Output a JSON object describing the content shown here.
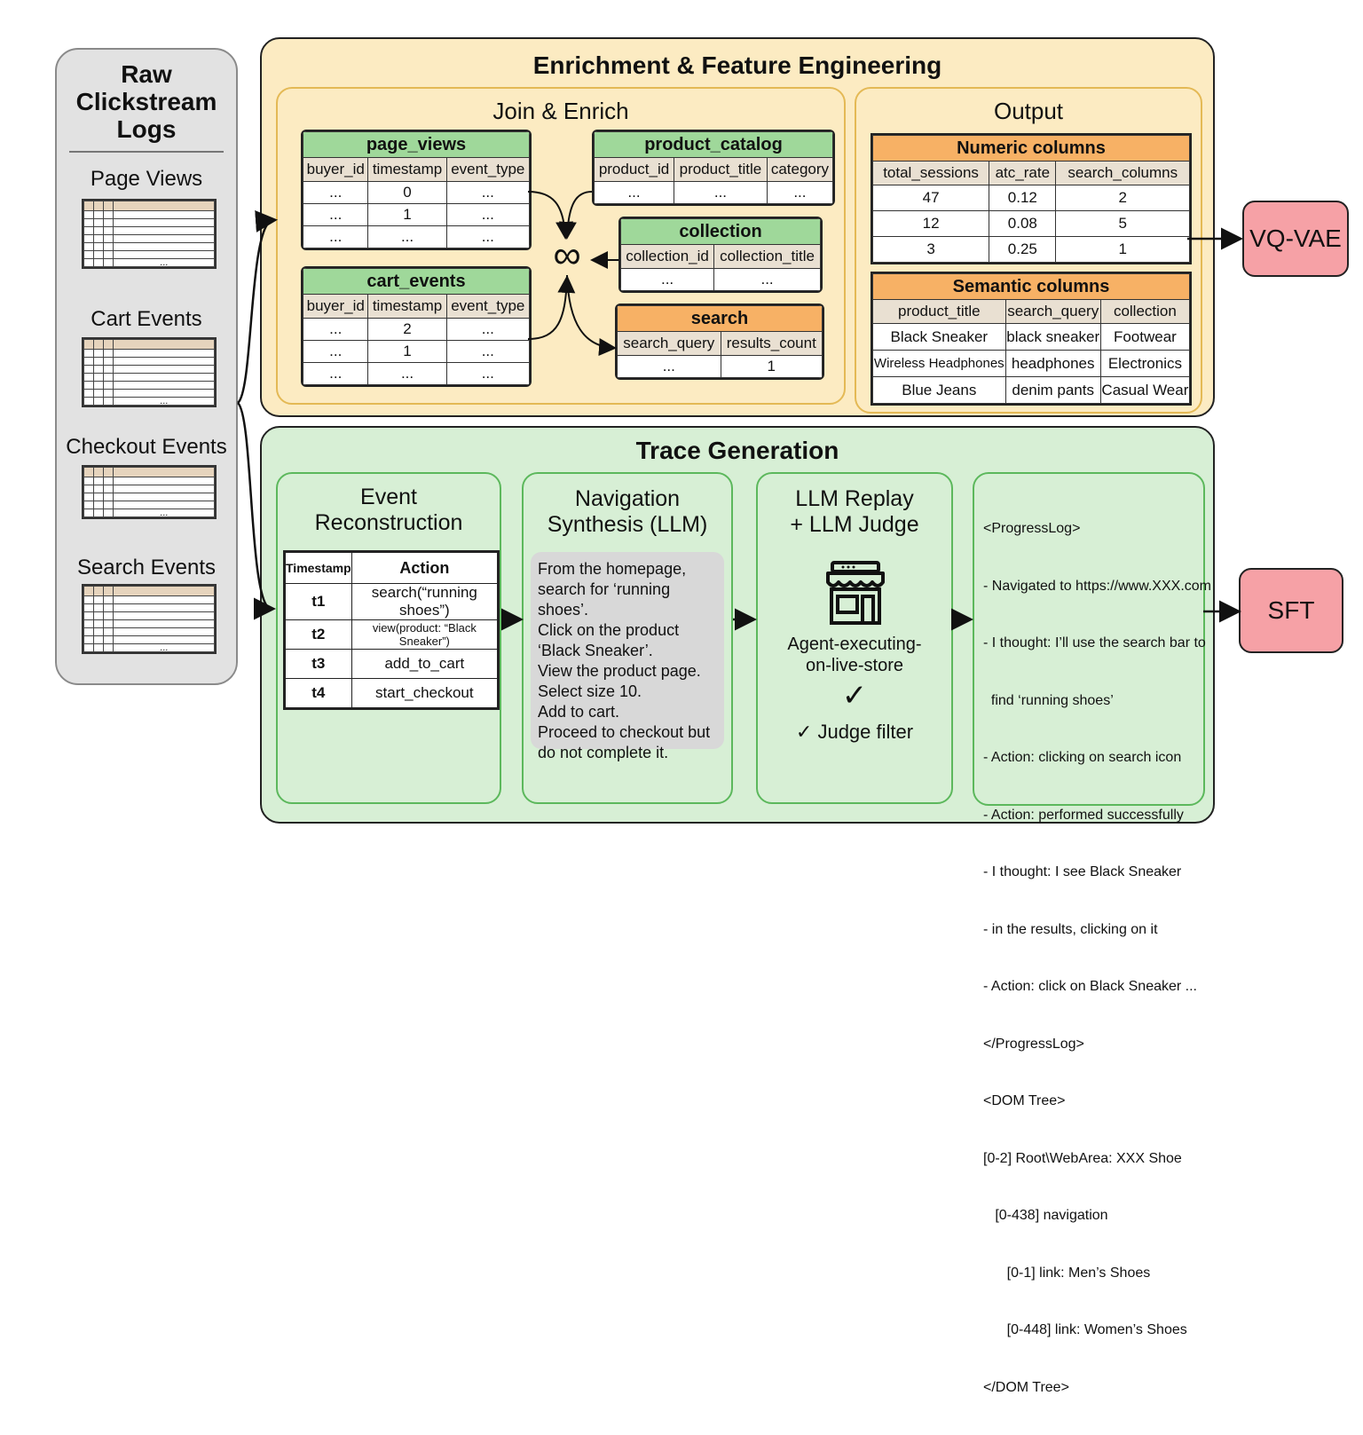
{
  "raw": {
    "title_lines": [
      "Raw",
      "Clickstream",
      "Logs"
    ],
    "sources": [
      "Page Views",
      "Cart Events",
      "Checkout Events",
      "Search Events"
    ],
    "mini_ellipsis": "..."
  },
  "enrich": {
    "title": "Enrichment & Feature Engineering",
    "join_title": "Join & Enrich",
    "output_title": "Output",
    "join_symbol": "∞",
    "page_views": {
      "name": "page_views",
      "columns": [
        "buyer_id",
        "timestamp",
        "event_type"
      ],
      "rows": [
        [
          "...",
          "0",
          "..."
        ],
        [
          "...",
          "1",
          "..."
        ],
        [
          "...",
          "...",
          "..."
        ]
      ]
    },
    "cart_events": {
      "name": "cart_events",
      "columns": [
        "buyer_id",
        "timestamp",
        "event_type"
      ],
      "rows": [
        [
          "...",
          "2",
          "..."
        ],
        [
          "...",
          "1",
          "..."
        ],
        [
          "...",
          "...",
          "..."
        ]
      ]
    },
    "product_catalog": {
      "name": "product_catalog",
      "columns": [
        "product_id",
        "product_title",
        "category"
      ],
      "rows": [
        [
          "...",
          "...",
          "..."
        ]
      ]
    },
    "collection": {
      "name": "collection",
      "columns": [
        "collection_id",
        "collection_title"
      ],
      "rows": [
        [
          "...",
          "..."
        ]
      ]
    },
    "search": {
      "name": "search",
      "columns": [
        "search_query",
        "results_count"
      ],
      "rows": [
        [
          "...",
          "1"
        ]
      ]
    },
    "numeric": {
      "name": "Numeric columns",
      "columns": [
        "total_sessions",
        "atc_rate",
        "search_columns"
      ],
      "rows": [
        [
          "47",
          "0.12",
          "2"
        ],
        [
          "12",
          "0.08",
          "5"
        ],
        [
          "3",
          "0.25",
          "1"
        ]
      ]
    },
    "semantic": {
      "name": "Semantic columns",
      "columns": [
        "product_title",
        "search_query",
        "collection"
      ],
      "rows": [
        [
          "Black Sneaker",
          "black sneaker",
          "Footwear"
        ],
        [
          "Wireless Headphones",
          "headphones",
          "Electronics"
        ],
        [
          "Blue Jeans",
          "denim pants",
          "Casual Wear"
        ]
      ]
    }
  },
  "trace": {
    "title": "Trace Generation",
    "event_title_lines": [
      "Event",
      "Reconstruction"
    ],
    "event_columns": [
      "Timestamp",
      "Action"
    ],
    "event_rows": [
      [
        "t1",
        "search(“running shoes”)"
      ],
      [
        "t2",
        "view(product: “Black Sneaker”)"
      ],
      [
        "t3",
        "add_to_cart"
      ],
      [
        "t4",
        "start_checkout"
      ]
    ],
    "nav_title_lines": [
      "Navigation",
      "Synthesis (LLM)"
    ],
    "nav_text": "From the homepage, search for ‘running shoes’.\nClick on the product ‘Black Sneaker’.\nView the product page.\nSelect size 10.\nAdd to cart.\nProceed to checkout but do not complete it.",
    "replay_title_lines": [
      "LLM Replay",
      "+ LLM Judge"
    ],
    "agent_label_lines": [
      "Agent-executing-",
      "on-live-store"
    ],
    "check_mark": "✓",
    "judge_label": "✓ Judge filter",
    "log_lines": [
      "<ProgressLog>",
      "- Navigated to https://www.XXX.com",
      "- I thought: I’ll use the search bar to",
      "  find ‘running shoes’",
      "- Action: clicking on search icon",
      "- Action: performed successfully",
      "- I thought: I see Black Sneaker",
      "- in the results, clicking on it",
      "- Action: click on Black Sneaker ...",
      "</ProgressLog>",
      "<DOM Tree>",
      "[0-2] Root\\WebArea: XXX Shoe",
      "   [0-438] navigation",
      "      [0-1] link: Men’s Shoes",
      "      [0-448] link: Women’s Shoes",
      "</DOM Tree>"
    ]
  },
  "outputs": {
    "vqvae": "VQ-VAE",
    "sft": "SFT"
  }
}
